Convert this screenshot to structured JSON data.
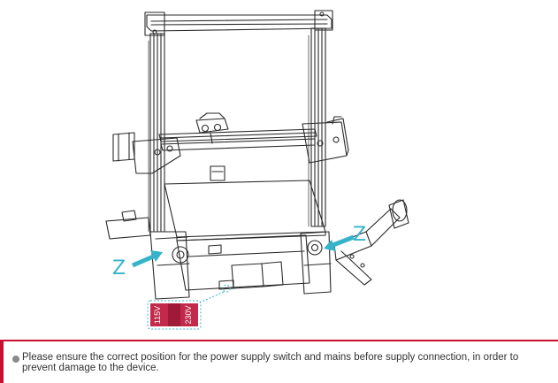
{
  "figure": {
    "axis_left_label": "Z",
    "axis_right_label": "Z",
    "switch": {
      "label_115": "115V",
      "label_230": "230V"
    },
    "colors": {
      "accent": "#36b3c9",
      "switch_red": "#c2294a",
      "line": "#2a2a2a"
    }
  },
  "notice": {
    "bullet_icon": "bullet-icon",
    "text": "Please ensure the correct position for the power supply switch and mains before supply connection, in order to prevent damage to the device.",
    "accent_color": "#c8102e"
  }
}
